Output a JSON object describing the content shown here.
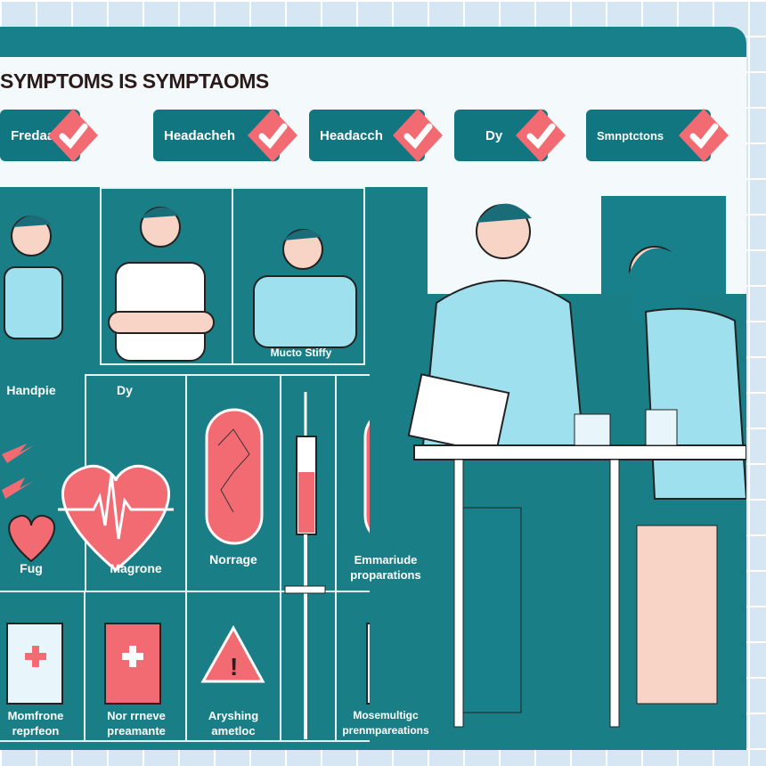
{
  "title": "SYMPTOMS IS SYMPTAOMS",
  "badges": [
    "Fredaation",
    "Headacheh",
    "Headacch",
    "Dy",
    "Smnptctons"
  ],
  "top_row_labels": {
    "third": "Mucto Stiffy"
  },
  "grid_labels": {
    "left_top": "Handpie",
    "dy": "Dy",
    "fug": "Fug",
    "magrone": "Magrone",
    "norrage": "Norrage",
    "emmariude": "Emmariude proparations"
  },
  "bottom_labels": [
    "Momfrone reprfeon",
    "Nor rrneve preamante",
    "Aryshing ametloc",
    "Mosemultigc prenmpareations"
  ],
  "colors": {
    "teal": "#17808a",
    "coral": "#f36b72",
    "lightblue": "#8fd6ea"
  }
}
